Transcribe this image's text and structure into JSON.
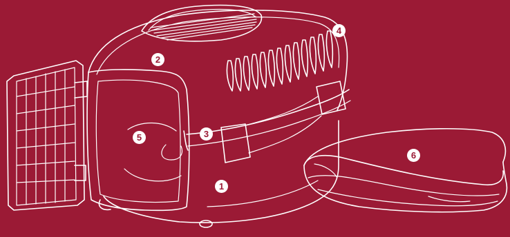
{
  "background_color": "#9b1a35",
  "line_color": "#ffffff",
  "labels": {
    "carrier_base": "1",
    "carrier_top": "2",
    "strap": "3",
    "vents": "4",
    "door": "5",
    "blanket": "6"
  }
}
